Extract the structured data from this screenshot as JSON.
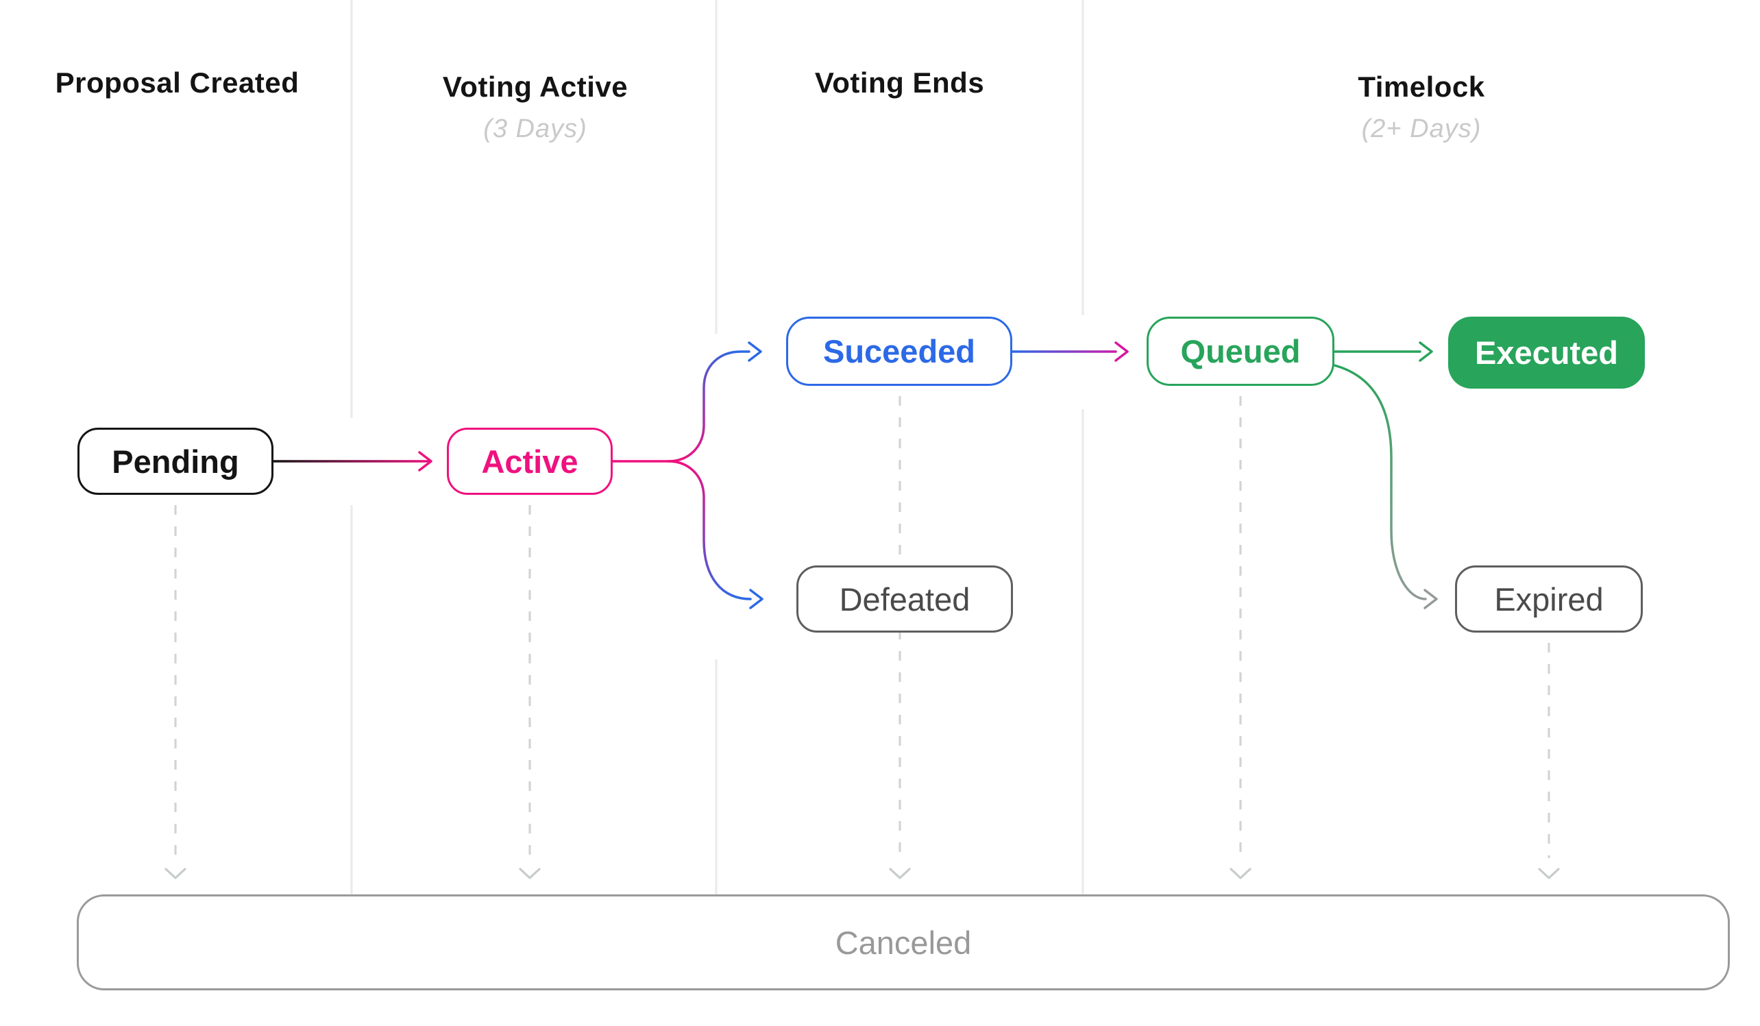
{
  "diagram_title": "governance-proposal-lifecycle",
  "columns": [
    {
      "title": "Proposal Created",
      "subtitle": ""
    },
    {
      "title": "Voting Active",
      "subtitle": "(3 Days)"
    },
    {
      "title": "Voting Ends",
      "subtitle": ""
    },
    {
      "title": "Timelock",
      "subtitle": "(2+ Days)"
    }
  ],
  "nodes": {
    "pending": {
      "label": "Pending",
      "color": "#141414",
      "style": "outlined"
    },
    "active": {
      "label": "Active",
      "color": "#EF117F",
      "style": "outlined"
    },
    "suceeded": {
      "label": "Suceeded",
      "color": "#2C69E6",
      "style": "outlined"
    },
    "defeated": {
      "label": "Defeated",
      "color": "#5E5E5E",
      "style": "outlined"
    },
    "queued": {
      "label": "Queued",
      "color": "#28A45B",
      "style": "outlined"
    },
    "executed": {
      "label": "Executed",
      "color": "#28A45B",
      "style": "filled"
    },
    "expired": {
      "label": "Expired",
      "color": "#5E5E5E",
      "style": "outlined"
    },
    "canceled": {
      "label": "Canceled",
      "color": "#999999",
      "style": "outlined-wide"
    }
  },
  "edges": [
    {
      "from": "Pending",
      "to": "Active",
      "line": "solid",
      "gradient": [
        "#141414",
        "#EF117F"
      ]
    },
    {
      "from": "Active",
      "to": "Suceeded",
      "line": "solid",
      "gradient": [
        "#EF117F",
        "#2C69E6"
      ]
    },
    {
      "from": "Active",
      "to": "Defeated",
      "line": "solid",
      "gradient": [
        "#EF117F",
        "#2C69E6"
      ]
    },
    {
      "from": "Suceeded",
      "to": "Queued",
      "line": "solid",
      "gradient": [
        "#2C69E6",
        "#D816A0"
      ]
    },
    {
      "from": "Queued",
      "to": "Executed",
      "line": "solid",
      "gradient": [
        "#28A45B",
        "#28A45B"
      ]
    },
    {
      "from": "Queued",
      "to": "Expired",
      "line": "solid",
      "gradient": [
        "#28A45B",
        "#949B98"
      ]
    },
    {
      "from": "Pending",
      "to": "Canceled",
      "line": "dashed",
      "gradient": [
        "#D0D5D2",
        "#D0D5D2"
      ]
    },
    {
      "from": "Active",
      "to": "Canceled",
      "line": "dashed",
      "gradient": [
        "#D0D5D2",
        "#D0D5D2"
      ]
    },
    {
      "from": "Suceeded",
      "to": "Canceled",
      "line": "dashed",
      "gradient": [
        "#D0D5D2",
        "#D0D5D2"
      ]
    },
    {
      "from": "Queued",
      "to": "Canceled",
      "line": "dashed",
      "gradient": [
        "#D0D5D2",
        "#D0D5D2"
      ]
    },
    {
      "from": "Expired",
      "to": "Canceled",
      "line": "dashed",
      "gradient": [
        "#D0D5D2",
        "#D0D5D2"
      ]
    }
  ],
  "colors": {
    "background": "#FFFFFF",
    "pink": "#EF117F",
    "blue": "#2C69E6",
    "green": "#28A45B",
    "magenta_arrowhead": "#D816A0",
    "gray_node": "#5E5E5E",
    "gray_canceled": "#999999",
    "dashed_line": "#D0D5D2",
    "column_separator": "#EAEAEA"
  }
}
